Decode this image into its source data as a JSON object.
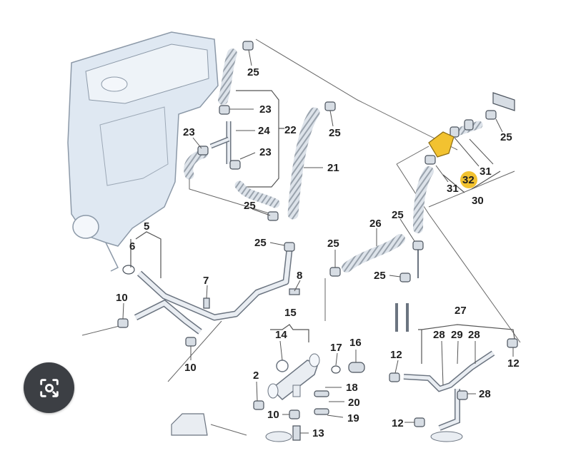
{
  "callouts": [
    {
      "id": "l25a",
      "text": "25"
    },
    {
      "id": "l23a",
      "text": "23"
    },
    {
      "id": "l22",
      "text": "22"
    },
    {
      "id": "l24",
      "text": "24"
    },
    {
      "id": "l23b",
      "text": "23"
    },
    {
      "id": "l23c",
      "text": "23"
    },
    {
      "id": "l25b",
      "text": "25"
    },
    {
      "id": "l21",
      "text": "21"
    },
    {
      "id": "l25c",
      "text": "25"
    },
    {
      "id": "l25d",
      "text": "25"
    },
    {
      "id": "l5",
      "text": "5"
    },
    {
      "id": "l6",
      "text": "6"
    },
    {
      "id": "l7",
      "text": "7"
    },
    {
      "id": "l8",
      "text": "8"
    },
    {
      "id": "l10a",
      "text": "10"
    },
    {
      "id": "l10b",
      "text": "10"
    },
    {
      "id": "l25e",
      "text": "25"
    },
    {
      "id": "l26",
      "text": "26"
    },
    {
      "id": "l25f",
      "text": "25"
    },
    {
      "id": "l25g",
      "text": "25"
    },
    {
      "id": "l25h",
      "text": "25"
    },
    {
      "id": "l31a",
      "text": "31"
    },
    {
      "id": "l31b",
      "text": "31"
    },
    {
      "id": "l32",
      "text": "32"
    },
    {
      "id": "l30",
      "text": "30"
    },
    {
      "id": "l15",
      "text": "15"
    },
    {
      "id": "l14",
      "text": "14"
    },
    {
      "id": "l17",
      "text": "17"
    },
    {
      "id": "l16",
      "text": "16"
    },
    {
      "id": "l18",
      "text": "18"
    },
    {
      "id": "l20",
      "text": "20"
    },
    {
      "id": "l19",
      "text": "19"
    },
    {
      "id": "l2",
      "text": "2"
    },
    {
      "id": "l10c",
      "text": "10"
    },
    {
      "id": "l13",
      "text": "13"
    },
    {
      "id": "l27",
      "text": "27"
    },
    {
      "id": "l28a",
      "text": "28"
    },
    {
      "id": "l29",
      "text": "29"
    },
    {
      "id": "l28b",
      "text": "28"
    },
    {
      "id": "l12a",
      "text": "12"
    },
    {
      "id": "l12b",
      "text": "12"
    },
    {
      "id": "l28c",
      "text": "28"
    },
    {
      "id": "l12c",
      "text": "12"
    }
  ],
  "colors": {
    "line": "#555555",
    "part": "#e9edf2",
    "partStroke": "#6b7480",
    "engine": "#dfe8f2",
    "highlight": "#f2c230",
    "lens": "#3c3f44"
  },
  "icons": {
    "lens": "image-search-icon"
  }
}
